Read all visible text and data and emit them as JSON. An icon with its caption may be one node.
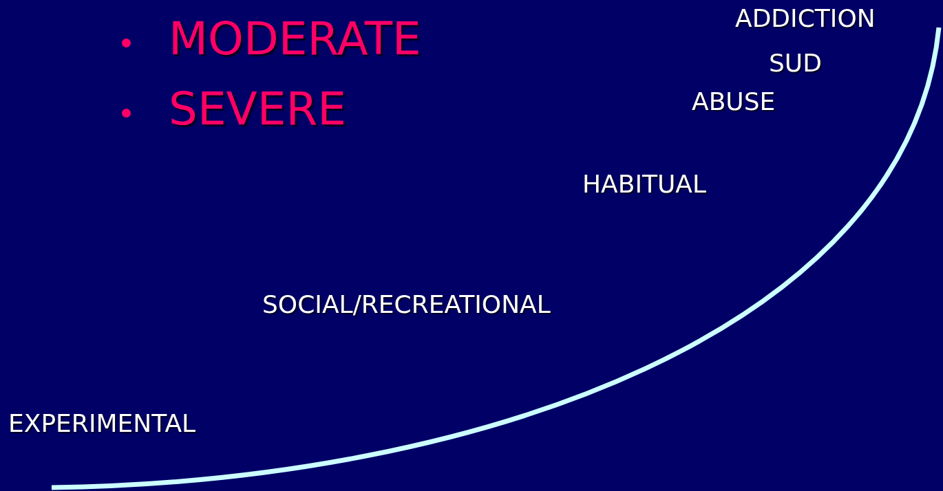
{
  "diagram": {
    "labels": [
      "MODERATE",
      "SEVERE",
      "ADDICTION",
      "SUD",
      "ABUSE",
      "HABITUAL",
      "SOCIAL/RECREATIONAL",
      "EXPERIMENTAL"
    ]
  }
}
